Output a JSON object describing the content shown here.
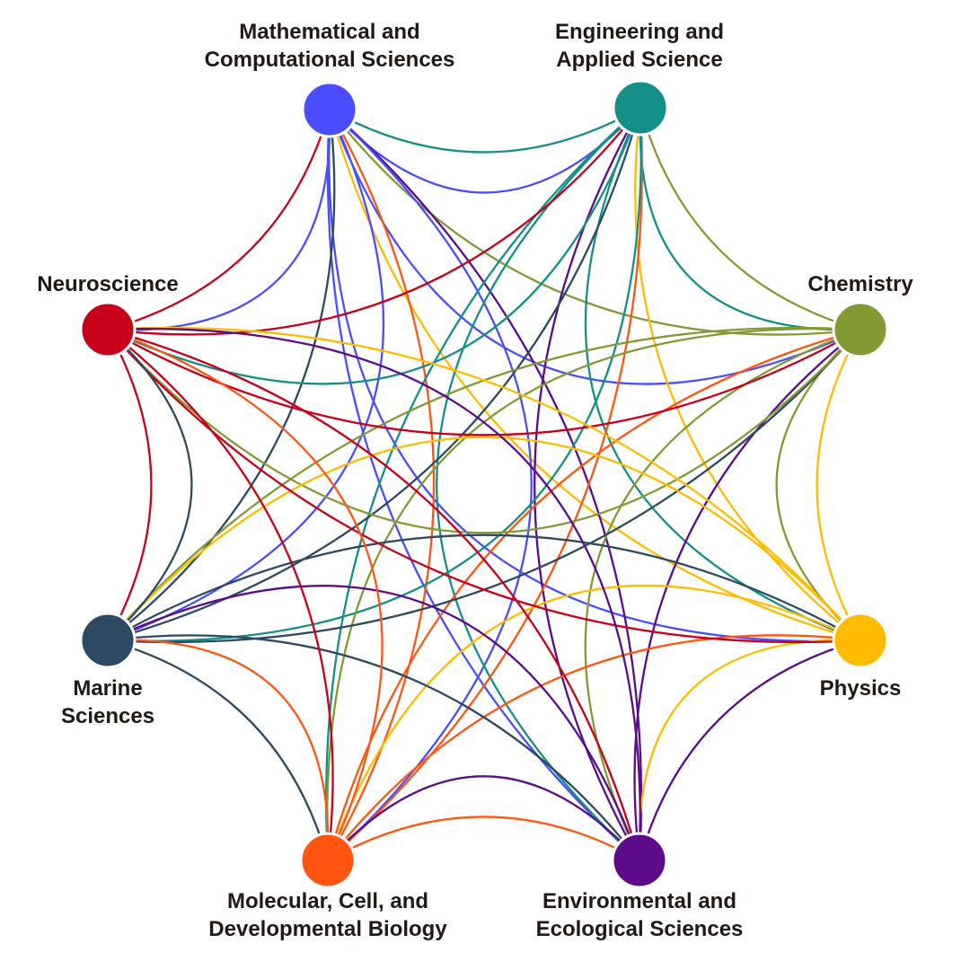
{
  "title": "Interdisciplinary connections network",
  "nodes": [
    {
      "id": "math",
      "label_lines": [
        "Mathematical and",
        "Computational Sciences"
      ],
      "color": "#4a4cff"
    },
    {
      "id": "eng",
      "label_lines": [
        "Engineering and",
        "Applied Science"
      ],
      "color": "#138f88"
    },
    {
      "id": "chem",
      "label_lines": [
        "Chemistry"
      ],
      "color": "#839a34"
    },
    {
      "id": "phys",
      "label_lines": [
        "Physics"
      ],
      "color": "#ffbb00"
    },
    {
      "id": "env",
      "label_lines": [
        "Environmental and",
        "Ecological Sciences"
      ],
      "color": "#5c0b8a"
    },
    {
      "id": "mcdb",
      "label_lines": [
        "Molecular, Cell, and",
        "Developmental Biology"
      ],
      "color": "#ff5511"
    },
    {
      "id": "marine",
      "label_lines": [
        "Marine",
        "Sciences"
      ],
      "color": "#2e4a63"
    },
    {
      "id": "neuro",
      "label_lines": [
        "Neuroscience"
      ],
      "color": "#c8001a"
    }
  ],
  "connections": "all-pairs"
}
